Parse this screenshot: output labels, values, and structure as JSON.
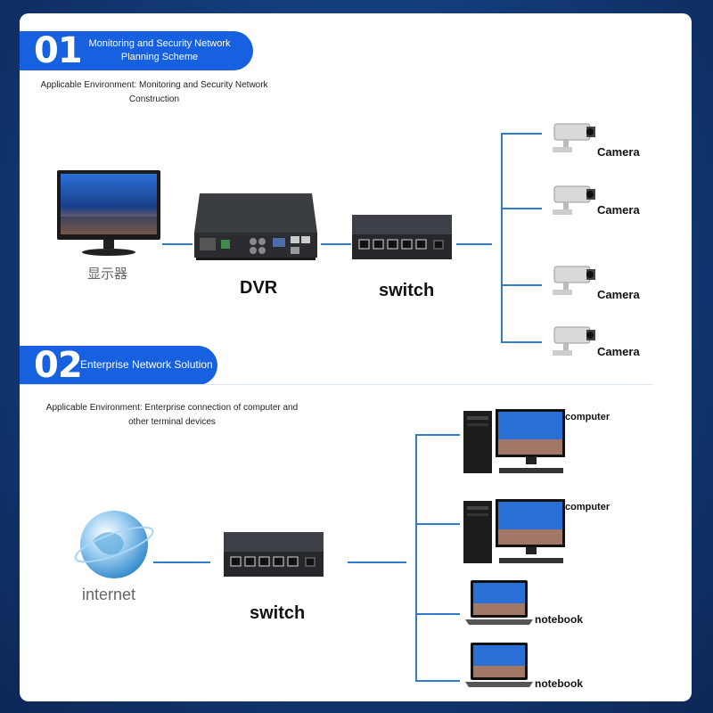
{
  "section1": {
    "number": "01",
    "title": "Monitoring and Security Network Planning Scheme",
    "environment": "Applicable Environment: Monitoring and Security Network Construction",
    "nodes": {
      "monitor": "显示器",
      "dvr": "DVR",
      "switch": "switch",
      "cameras": [
        "Camera",
        "Camera",
        "Camera",
        "Camera"
      ]
    }
  },
  "section2": {
    "number": "02",
    "title": "Enterprise Network Solution",
    "environment": "Applicable Environment: Enterprise connection of computer and other terminal devices",
    "nodes": {
      "internet": "internet",
      "switch": "switch",
      "devices": [
        "computer",
        "computer",
        "notebook",
        "notebook"
      ]
    }
  },
  "colors": {
    "header_blue": "#1761e0",
    "line_blue": "#2f7bd0",
    "background": "#133a77"
  },
  "icons": [
    "monitor-icon",
    "dvr-icon",
    "switch-icon",
    "camera-icon",
    "globe-icon",
    "computer-icon",
    "notebook-icon"
  ]
}
